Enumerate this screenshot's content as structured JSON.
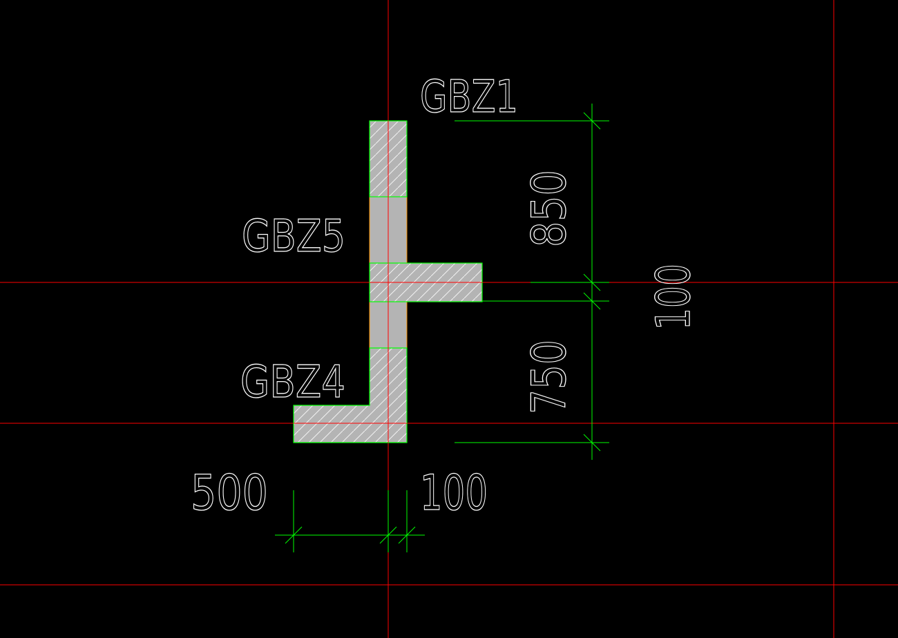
{
  "labels": {
    "gbz1": "GBZ1",
    "gbz5": "GBZ5",
    "gbz4": "GBZ4"
  },
  "dimensions": {
    "top_vertical": "850",
    "middle_vertical": "100",
    "bottom_vertical": "750",
    "bottom_left": "500",
    "bottom_right": "100"
  },
  "colors": {
    "background": "#000000",
    "axis": "#ff0000",
    "dimension": "#00ff00",
    "wall_fill": "#b4b4b4",
    "hatch": "#ffffff",
    "outline": "#00ff00",
    "wall_edge": "#ff9900",
    "text": "#ffffff"
  }
}
